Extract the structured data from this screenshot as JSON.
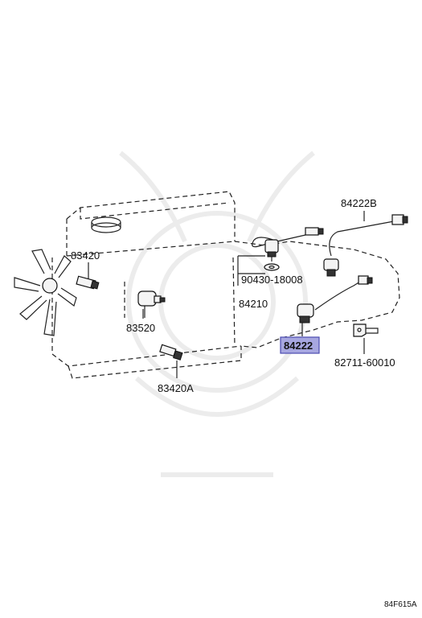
{
  "labels": {
    "p84222B": "84222B",
    "p83420": "83420",
    "p90430": "90430-18008",
    "p84210": "84210",
    "p83520": "83520",
    "p84222": "84222",
    "p82711": "82711-60010",
    "p83420A": "83420A"
  },
  "diagram_code": "84F615A",
  "colors": {
    "highlight_fill": "#a7a7e0",
    "highlight_stroke": "#4b4bb0"
  }
}
